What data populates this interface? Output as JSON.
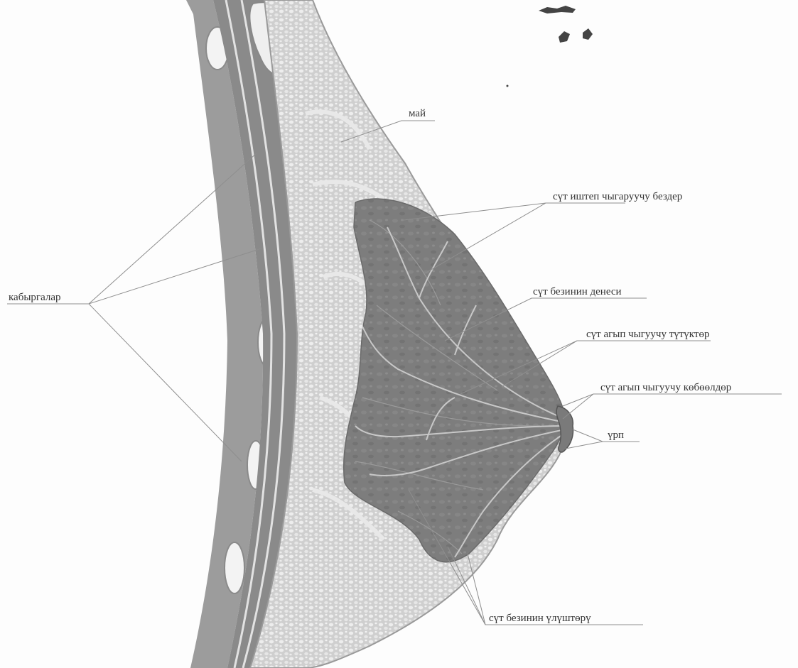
{
  "labels": {
    "fat": "май",
    "ribs": "кабыргалар",
    "glands": "сүт иштеп чыгаруучу бездер",
    "gland_body": "сүт безинин денеси",
    "ducts": "сүт агып чыгуучу түтүктөр",
    "sinuses": "сүт агып чыгуучу көбөөлдөр",
    "nipple": "үрп",
    "lobes": "сүт безинин үлүштөрү"
  },
  "colors": {
    "background": "#fdfdfd",
    "fat_tissue": "#d4d4d4",
    "gland_tissue": "#7a7a7a",
    "muscle": "#a0a0a0",
    "rib_bone": "#f2f2f2",
    "leader_line": "#8e8e8e"
  }
}
